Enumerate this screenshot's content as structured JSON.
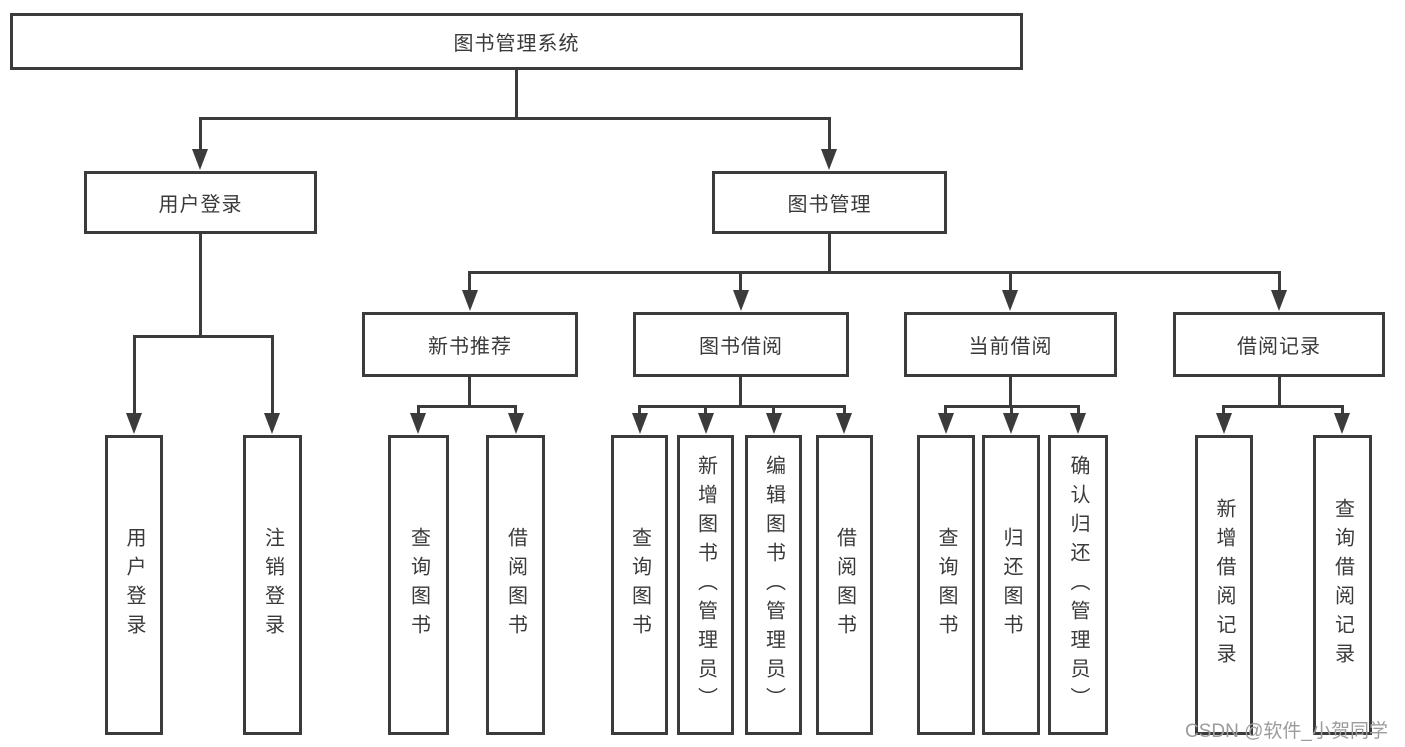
{
  "diagram_title": "图书管理系统",
  "colors": {
    "line": "#3b3b3b",
    "text": "#3a3a3a",
    "watermark": "#9c9c9c",
    "background": "#ffffff"
  },
  "tree": {
    "root": {
      "label": "图书管理系统"
    },
    "branches": [
      {
        "label": "用户登录",
        "children": [
          {
            "label": "用户登录"
          },
          {
            "label": "注销登录"
          }
        ]
      },
      {
        "label": "图书管理",
        "children": [
          {
            "label": "新书推荐",
            "children": [
              {
                "label": "查询图书"
              },
              {
                "label": "借阅图书"
              }
            ]
          },
          {
            "label": "图书借阅",
            "children": [
              {
                "label": "查询图书"
              },
              {
                "label": "新增图书（管理员）"
              },
              {
                "label": "编辑图书（管理员）"
              },
              {
                "label": "借阅图书"
              }
            ]
          },
          {
            "label": "当前借阅",
            "children": [
              {
                "label": "查询图书"
              },
              {
                "label": "归还图书"
              },
              {
                "label": "确认归还（管理员）"
              }
            ]
          },
          {
            "label": "借阅记录",
            "children": [
              {
                "label": "新增借阅记录"
              },
              {
                "label": "查询借阅记录"
              }
            ]
          }
        ]
      }
    ]
  },
  "watermark": {
    "text": "CSDN @软件_小贺同学"
  }
}
